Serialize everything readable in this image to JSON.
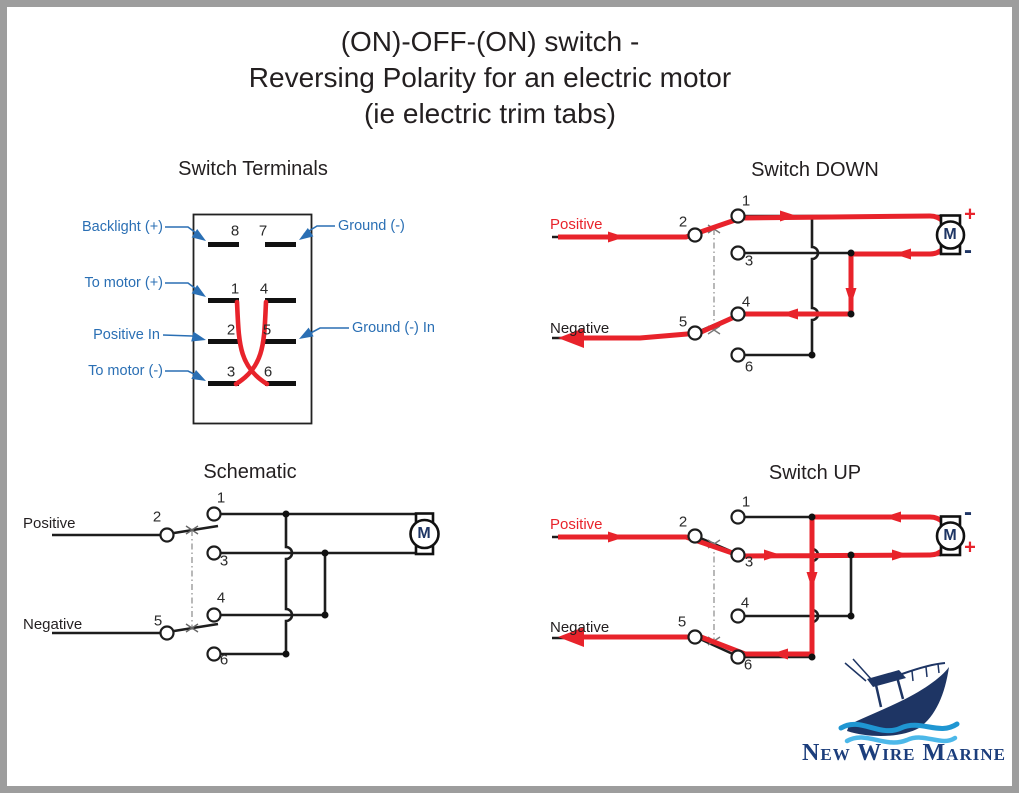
{
  "title": {
    "line1": "(ON)-OFF-(ON) switch -",
    "line2": "Reversing Polarity for an electric motor",
    "line3": "(ie electric trim tabs)"
  },
  "colors": {
    "red": "#e8232b",
    "blue": "#2a6fb4",
    "navy": "#1e3564",
    "ink": "#231f20"
  },
  "panels": {
    "switch_terminals": {
      "title": "Switch Terminals",
      "terminal_numbers": [
        "8",
        "7",
        "1",
        "4",
        "2",
        "5",
        "3",
        "6"
      ],
      "labels": {
        "backlight": "Backlight (+)",
        "ground": "Ground (-)",
        "to_motor_pos": "To motor (+)",
        "positive_in": "Positive In",
        "ground_in": "Ground (-) In",
        "to_motor_neg": "To motor (-)"
      }
    },
    "switch_down": {
      "title": "Switch DOWN",
      "positive": "Positive",
      "negative": "Negative",
      "numbers": [
        "1",
        "2",
        "3",
        "4",
        "5",
        "6"
      ],
      "motor_label": "M",
      "motor_top_sign": "+",
      "motor_bottom_sign": "-"
    },
    "schematic": {
      "title": "Schematic",
      "positive": "Positive",
      "negative": "Negative",
      "numbers": [
        "1",
        "2",
        "3",
        "4",
        "5",
        "6"
      ],
      "motor_label": "M"
    },
    "switch_up": {
      "title": "Switch UP",
      "positive": "Positive",
      "negative": "Negative",
      "numbers": [
        "1",
        "2",
        "3",
        "4",
        "5",
        "6"
      ],
      "motor_label": "M",
      "motor_top_sign": "-",
      "motor_bottom_sign": "+"
    }
  },
  "logo": {
    "brand": "New Wire Marine"
  }
}
